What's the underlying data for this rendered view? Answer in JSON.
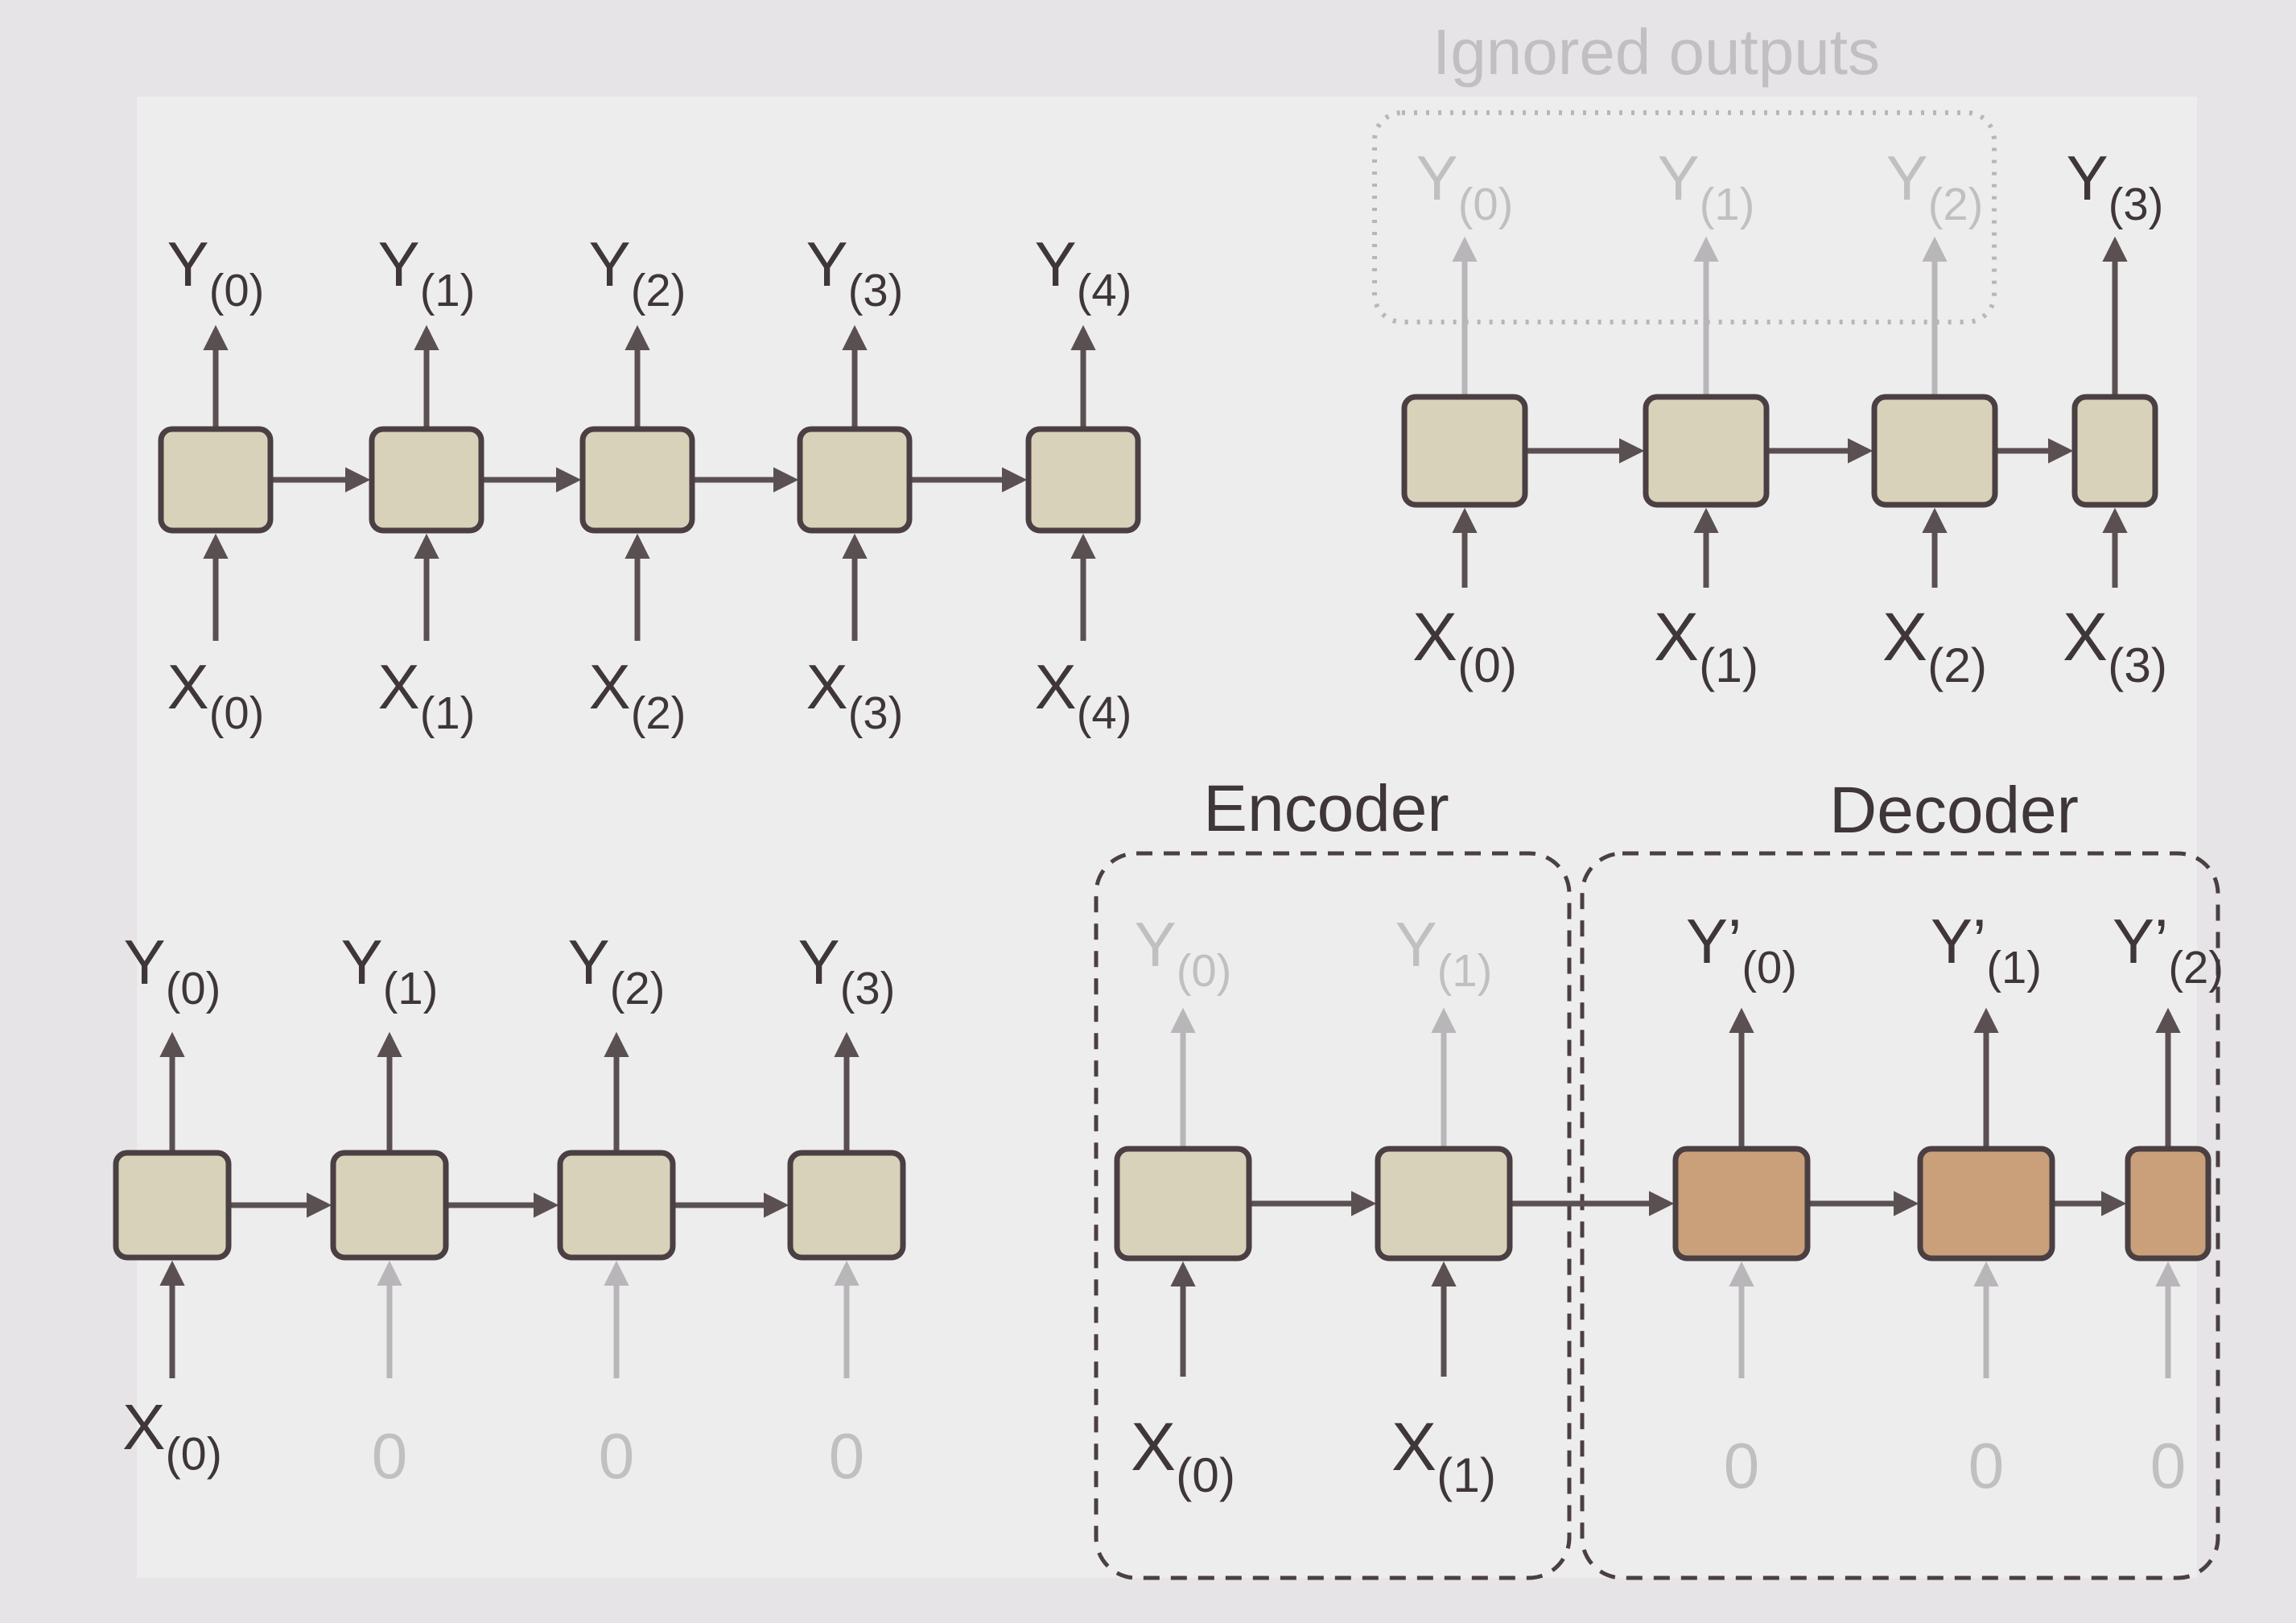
{
  "colors": {
    "page": "#e6e4e6",
    "panel": "#eeedee",
    "cell": "#d9d2bb",
    "decoder_cell": "#c9a079",
    "stroke": "#4a3f42",
    "arrow": "#5a5052",
    "faded": "#b9b6b9",
    "faded_text": "#c2bfc2",
    "label": "#3e3638"
  },
  "panels": {
    "seq2seq": {
      "inputs": [
        {
          "base": "X",
          "sub": "(0)"
        },
        {
          "base": "X",
          "sub": "(1)"
        },
        {
          "base": "X",
          "sub": "(2)"
        },
        {
          "base": "X",
          "sub": "(3)"
        },
        {
          "base": "X",
          "sub": "(4)"
        }
      ],
      "outputs": [
        {
          "base": "Y",
          "sub": "(0)"
        },
        {
          "base": "Y",
          "sub": "(1)"
        },
        {
          "base": "Y",
          "sub": "(2)"
        },
        {
          "base": "Y",
          "sub": "(3)"
        },
        {
          "base": "Y",
          "sub": "(4)"
        }
      ]
    },
    "seq2vec": {
      "ignored_label": "Ignored outputs",
      "inputs": [
        {
          "base": "X",
          "sub": "(0)"
        },
        {
          "base": "X",
          "sub": "(1)"
        },
        {
          "base": "X",
          "sub": "(2)"
        },
        {
          "base": "X",
          "sub": "(3)"
        }
      ],
      "outputs": [
        {
          "base": "Y",
          "sub": "(0)"
        },
        {
          "base": "Y",
          "sub": "(1)"
        },
        {
          "base": "Y",
          "sub": "(2)"
        },
        {
          "base": "Y",
          "sub": "(3)"
        }
      ]
    },
    "vec2seq": {
      "inputs": [
        {
          "base": "X",
          "sub": "(0)"
        },
        {
          "base": "0",
          "sub": ""
        },
        {
          "base": "0",
          "sub": ""
        },
        {
          "base": "0",
          "sub": ""
        }
      ],
      "outputs": [
        {
          "base": "Y",
          "sub": "(0)"
        },
        {
          "base": "Y",
          "sub": "(1)"
        },
        {
          "base": "Y",
          "sub": "(2)"
        },
        {
          "base": "Y",
          "sub": "(3)"
        }
      ]
    },
    "encdec": {
      "encoder_label": "Encoder",
      "decoder_label": "Decoder",
      "encoder_inputs": [
        {
          "base": "X",
          "sub": "(0)"
        },
        {
          "base": "X",
          "sub": "(1)"
        }
      ],
      "encoder_outputs": [
        {
          "base": "Y",
          "sub": "(0)"
        },
        {
          "base": "Y",
          "sub": "(1)"
        }
      ],
      "decoder_inputs": [
        {
          "base": "0",
          "sub": ""
        },
        {
          "base": "0",
          "sub": ""
        },
        {
          "base": "0",
          "sub": ""
        }
      ],
      "decoder_outputs": [
        {
          "base": "Y’",
          "sub": "(0)"
        },
        {
          "base": "Y’",
          "sub": "(1)"
        },
        {
          "base": "Y’",
          "sub": "(2)"
        }
      ]
    }
  }
}
